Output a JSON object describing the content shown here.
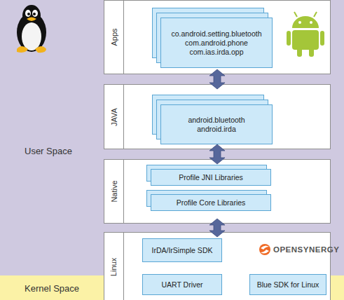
{
  "diagram": {
    "nodes": [
      {
        "text": [
          "User Space"
        ]
      },
      {
        "text": [
          "Kernel Space"
        ]
      },
      {
        "text": [
          "Apps"
        ]
      },
      {
        "text": [
          "co.android.setting.bluetooth",
          "com.android.phone",
          "com.ias.irda.opp"
        ],
        "in": 2
      },
      {
        "text": [
          "JAVA"
        ]
      },
      {
        "text": [
          "android.bluetooth",
          "android.irda"
        ],
        "in": 4
      },
      {
        "text": [
          "Native"
        ]
      },
      {
        "text": [
          "Profile JNI Libraries"
        ],
        "in": 6
      },
      {
        "text": [
          "Profile Core Libraries"
        ],
        "in": 6
      },
      {
        "text": [
          "Linux"
        ]
      },
      {
        "text": [
          "IrDA/IrSimple SDK"
        ],
        "in": 9
      },
      {
        "text": [
          "UART Driver"
        ],
        "in": 9
      },
      {
        "text": [
          "Blue SDK for Linux"
        ],
        "in": 9
      }
    ],
    "edges": [
      {
        "from": 2,
        "to": 4,
        "arrow": "both"
      },
      {
        "from": 4,
        "to": 6,
        "arrow": "both"
      },
      {
        "from": 6,
        "to": 9,
        "arrow": "both"
      }
    ],
    "labels": [
      "OPENSYNERGY"
    ]
  }
}
